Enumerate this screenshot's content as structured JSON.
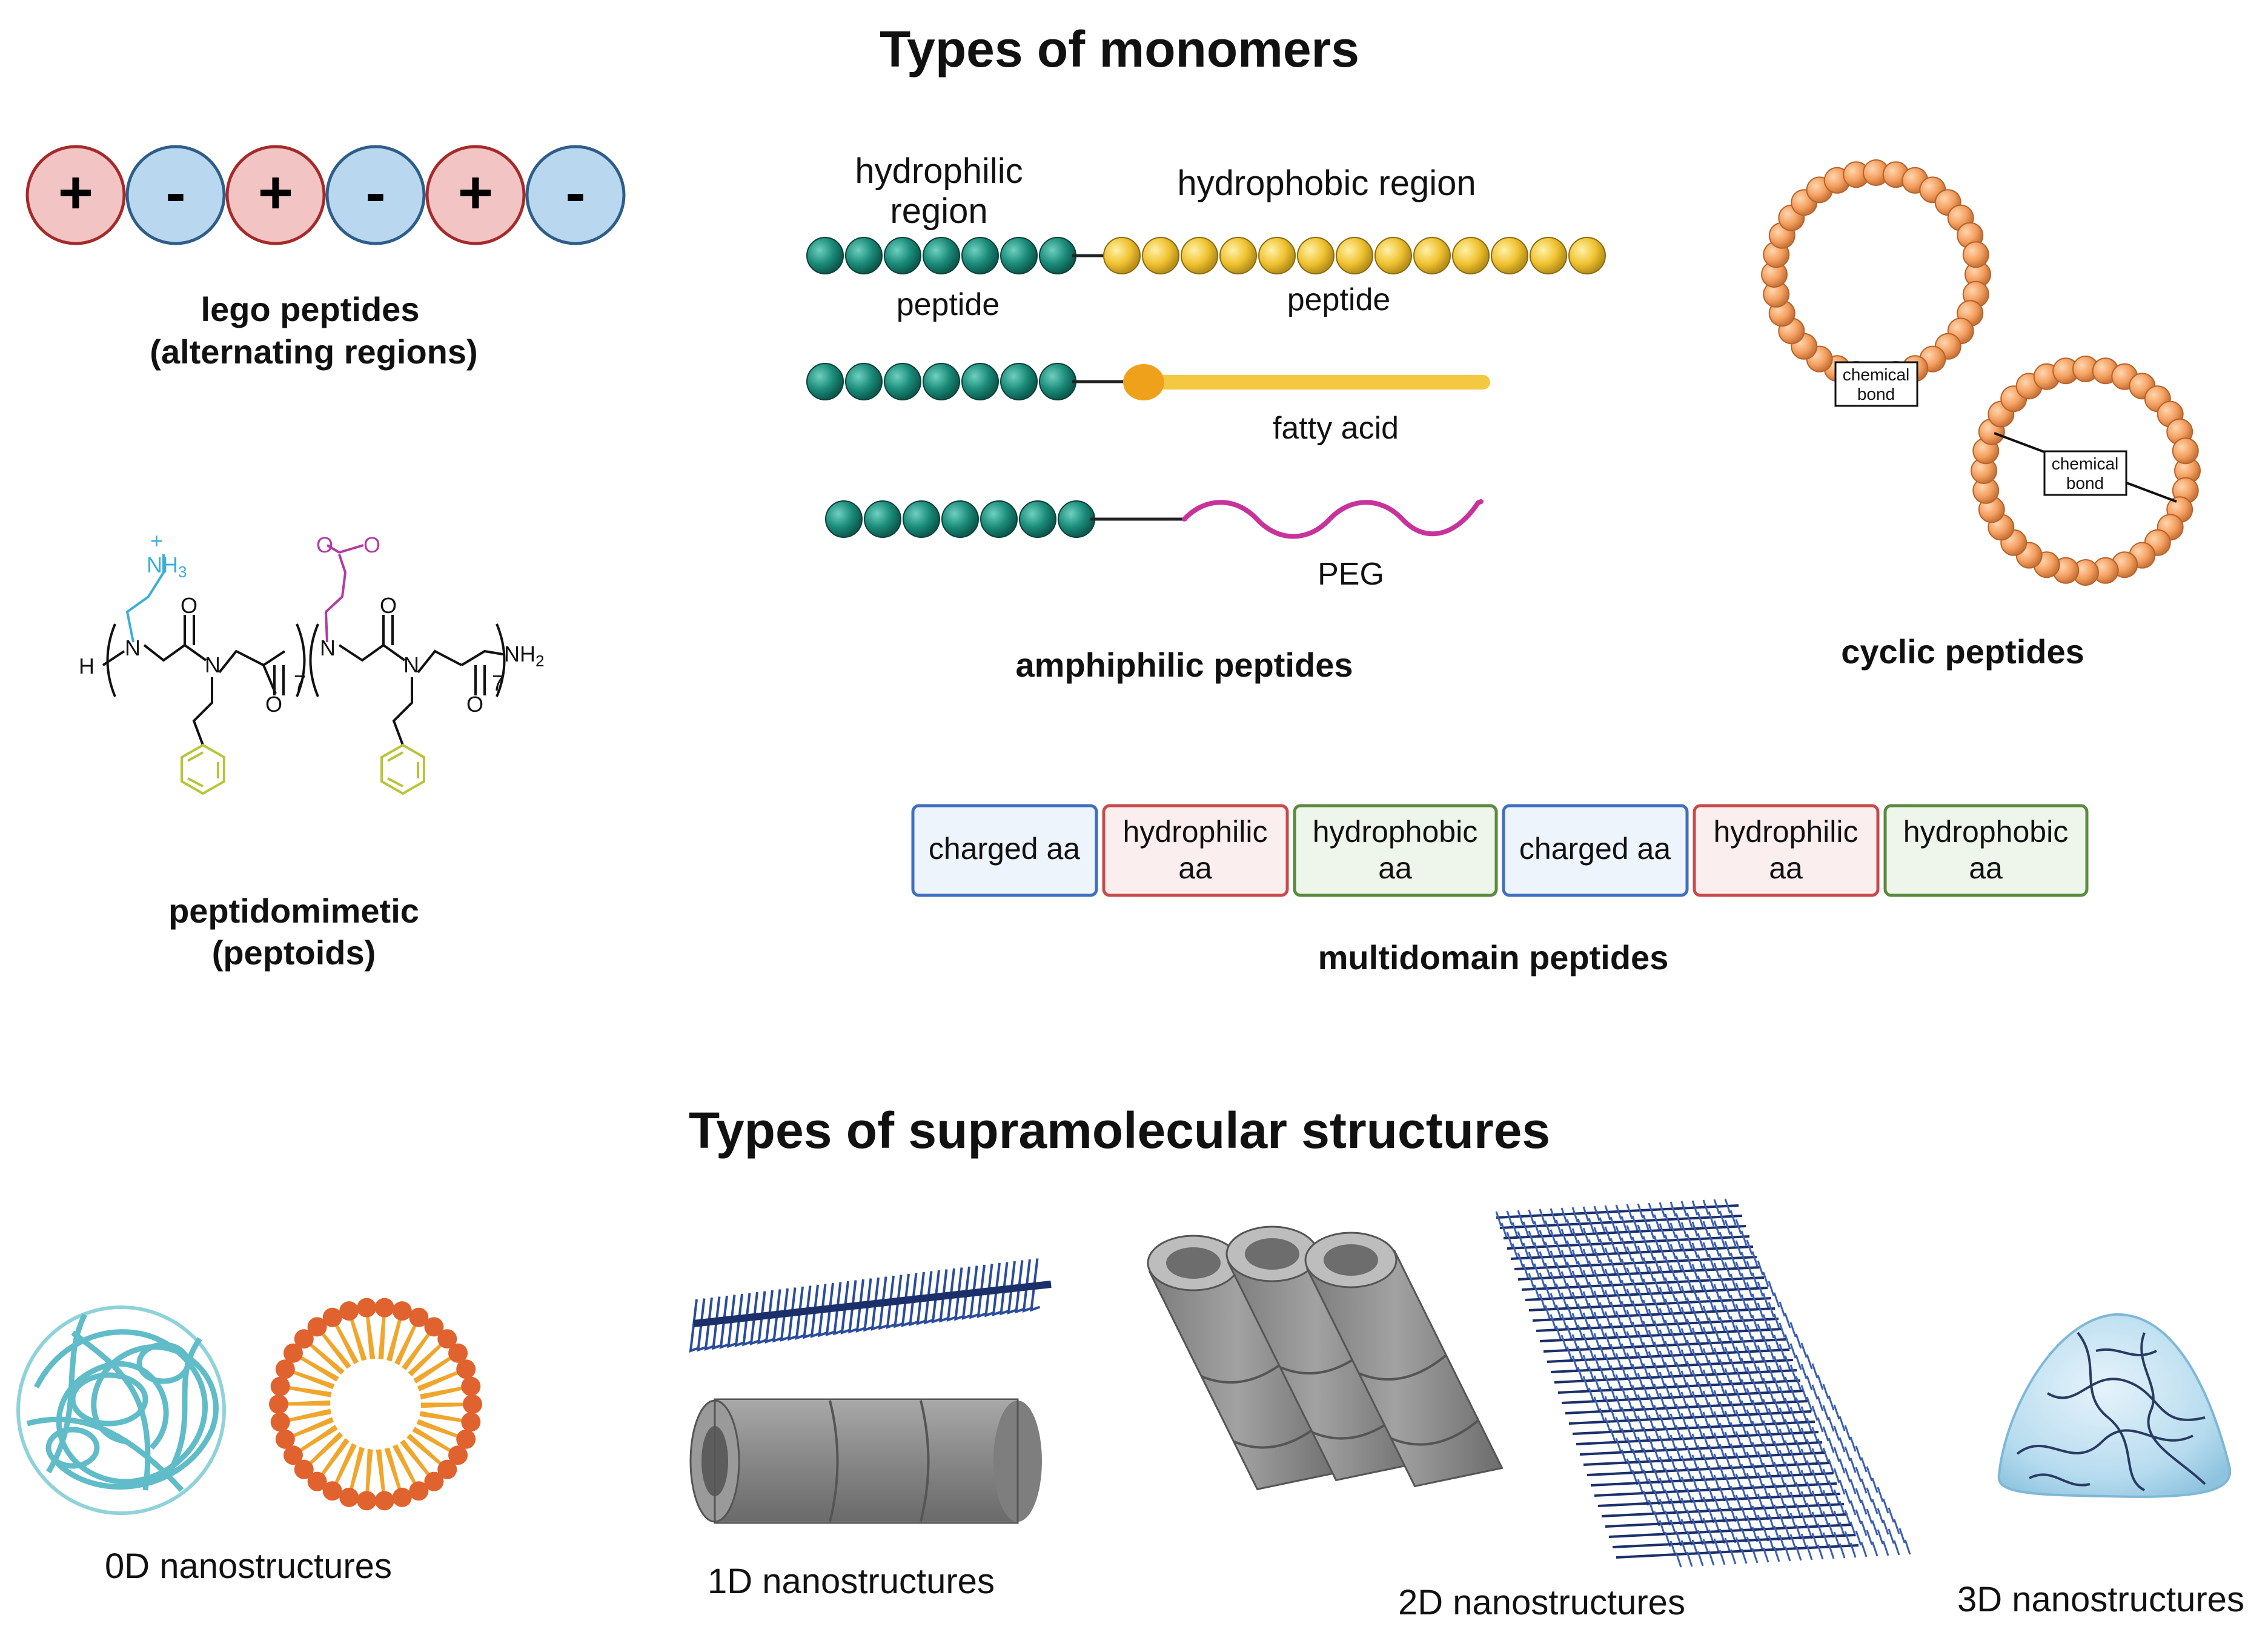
{
  "title_monomers": "Types of monomers",
  "title_structures": "Types of supramolecular structures",
  "lego": {
    "charges": [
      "+",
      "-",
      "+",
      "-",
      "+",
      "-"
    ],
    "caption_line1": "lego peptides",
    "caption_line2": "(alternating regions)"
  },
  "amphiphilic": {
    "hydrophilic_line1": "hydrophilic",
    "hydrophilic_line2": "region",
    "hydrophobic_region": "hydrophobic region",
    "peptide_left": "peptide",
    "peptide_right": "peptide",
    "fatty_acid": "fatty acid",
    "peg": "PEG",
    "caption": "amphiphilic peptides"
  },
  "cyclic": {
    "bond1_line1": "chemical",
    "bond1_line2": "bond",
    "bond2_line1": "chemical",
    "bond2_line2": "bond",
    "caption": "cyclic peptides"
  },
  "peptoid": {
    "h": "H",
    "nh2": "NH",
    "nh2_sub": "2",
    "nh3": "NH",
    "nh3_sub": "3",
    "plus": "+",
    "n1": "N",
    "n2": "N",
    "n3": "N",
    "n4": "N",
    "o1": "O",
    "o2": "O",
    "o3": "O",
    "o4": "O",
    "o5": "O",
    "o6": "O",
    "sub7a": "7",
    "sub7b": "7",
    "caption_line1": "peptidomimetic",
    "caption_line2": "(peptoids)"
  },
  "multidomain": {
    "boxes": [
      {
        "line1": "charged aa",
        "line2": ""
      },
      {
        "line1": "hydrophilic",
        "line2": "aa"
      },
      {
        "line1": "hydrophobic",
        "line2": "aa"
      },
      {
        "line1": "charged aa",
        "line2": ""
      },
      {
        "line1": "hydrophilic",
        "line2": "aa"
      },
      {
        "line1": "hydrophobic",
        "line2": "aa"
      }
    ],
    "caption": "multidomain peptides"
  },
  "structures": {
    "zero_d": "0D nanostructures",
    "one_d": "1D nanostructures",
    "two_d": "2D nanostructures",
    "three_d": "3D nanostructures"
  },
  "colors": {
    "positive_fill": "#f2c4c4",
    "positive_stroke": "#a52a2a",
    "negative_fill": "#b9d7ef",
    "negative_stroke": "#2f5d8a",
    "teal_bead": "#1a8a78",
    "yellow_bead": "#f0c231",
    "fatty_acid": "#f5c842",
    "fatty_head": "#f0a11c",
    "peg": "#c8339b",
    "cyclic_bead": "#f4a060",
    "charged_box": "#3f6fbf",
    "hydrophilic_box": "#c84a4a",
    "hydrophobic_box": "#5a8a3f",
    "nh3_chain": "#3aaed8",
    "carboxylate_chain": "#b13aa5",
    "phenyl": "#b8c437"
  }
}
